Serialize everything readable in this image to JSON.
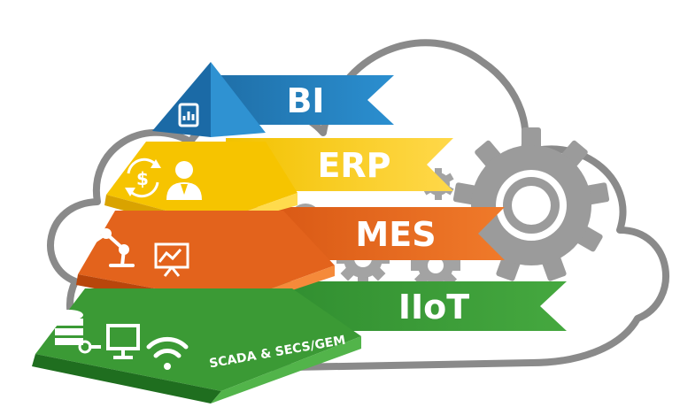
{
  "colors": {
    "cloud": "#8a8a8a",
    "gear": "#9a9a9a",
    "bi": "#1a73b5",
    "erp": "#f4b400",
    "mes": "#de5b16",
    "iiot": "#2e8b2e",
    "text_light": "#ffffff"
  },
  "layers": [
    {
      "label": "BI",
      "color_key": "bi",
      "icon": "chart-report-icon"
    },
    {
      "label": "ERP",
      "color_key": "erp",
      "icons": [
        "currency-cycle-icon",
        "user-icon"
      ]
    },
    {
      "label": "MES",
      "color_key": "mes",
      "icons": [
        "robot-arm-icon",
        "presentation-chart-icon"
      ]
    },
    {
      "label": "IIoT",
      "color_key": "iiot",
      "icons": [
        "database-key-icon",
        "monitor-icon",
        "wifi-icon"
      ]
    }
  ],
  "base_text": "SCADA & SECS/GEM"
}
